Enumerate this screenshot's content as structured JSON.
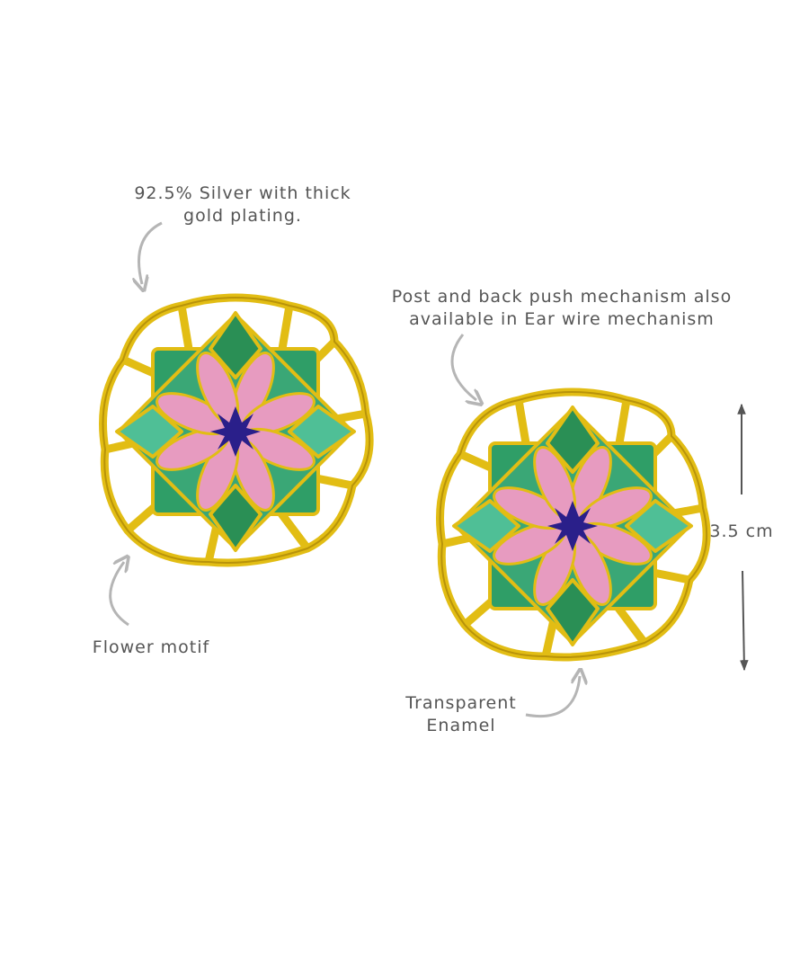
{
  "annotations": {
    "material": [
      "92.5% Silver with thick",
      "gold plating."
    ],
    "mechanism": [
      "Post and back push mechanism also",
      "available in Ear wire mechanism"
    ],
    "motif": "Flower motif",
    "enamel": [
      "Transparent",
      "Enamel"
    ],
    "size": "3.5 cm"
  },
  "colors": {
    "gold": "#e6c21a",
    "gold_dark": "#b8930a",
    "green": "#2e9a5a",
    "green_light": "#4fc39a",
    "pink": "#e79bc0",
    "blue": "#2a1f8a",
    "text": "#555555",
    "arrow": "#b5b5b5"
  }
}
